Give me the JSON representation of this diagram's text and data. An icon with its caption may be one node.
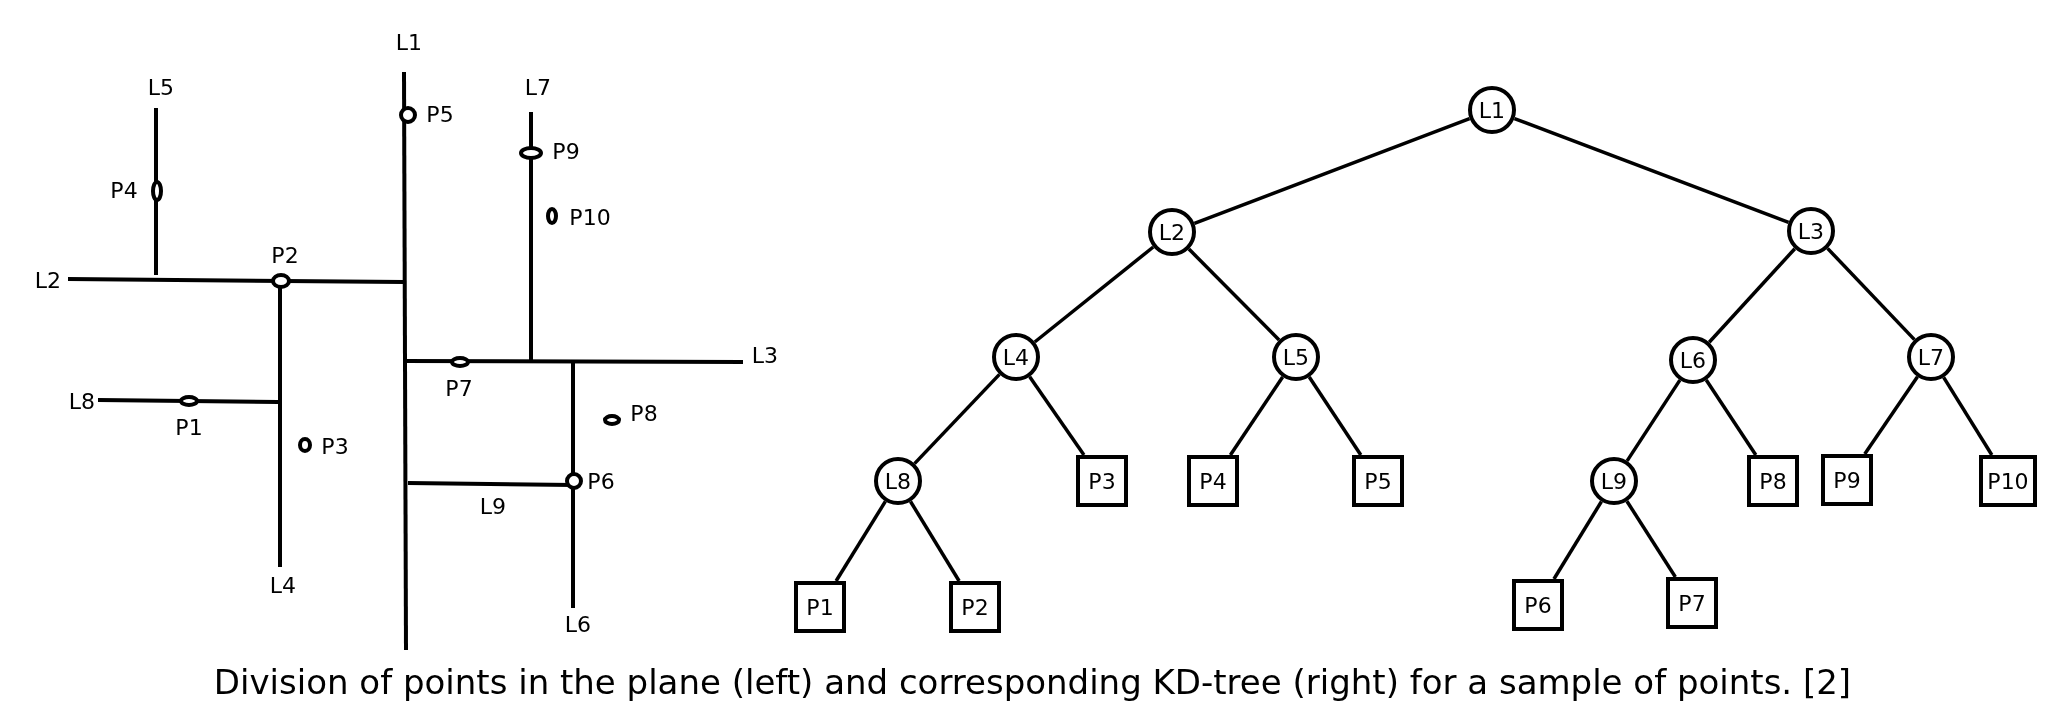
{
  "diagram": {
    "caption": "Division of points in the plane (left) and corresponding KD-tree (right) for a sample of points. [2]",
    "nodes": [
      {
        "text": [
          "L1"
        ]
      },
      {
        "text": [
          "L2"
        ]
      },
      {
        "text": [
          "L3"
        ]
      },
      {
        "text": [
          "L4"
        ]
      },
      {
        "text": [
          "L5"
        ]
      },
      {
        "text": [
          "L6"
        ]
      },
      {
        "text": [
          "L7"
        ]
      },
      {
        "text": [
          "L8"
        ]
      },
      {
        "text": [
          "P3"
        ]
      },
      {
        "text": [
          "P4"
        ]
      },
      {
        "text": [
          "P5"
        ]
      },
      {
        "text": [
          "L9"
        ]
      },
      {
        "text": [
          "P8"
        ]
      },
      {
        "text": [
          "P9"
        ]
      },
      {
        "text": [
          "P10"
        ]
      },
      {
        "text": [
          "P1"
        ]
      },
      {
        "text": [
          "P2"
        ]
      },
      {
        "text": [
          "P6"
        ]
      },
      {
        "text": [
          "P7"
        ]
      }
    ],
    "edges": [
      {
        "from": 0,
        "to": 1,
        "arrow": "none"
      },
      {
        "from": 0,
        "to": 2,
        "arrow": "none"
      },
      {
        "from": 1,
        "to": 3,
        "arrow": "none"
      },
      {
        "from": 1,
        "to": 4,
        "arrow": "none"
      },
      {
        "from": 2,
        "to": 5,
        "arrow": "none"
      },
      {
        "from": 2,
        "to": 6,
        "arrow": "none"
      },
      {
        "from": 3,
        "to": 7,
        "arrow": "none"
      },
      {
        "from": 3,
        "to": 8,
        "arrow": "none"
      },
      {
        "from": 4,
        "to": 9,
        "arrow": "none"
      },
      {
        "from": 4,
        "to": 10,
        "arrow": "none"
      },
      {
        "from": 5,
        "to": 11,
        "arrow": "none"
      },
      {
        "from": 5,
        "to": 12,
        "arrow": "none"
      },
      {
        "from": 6,
        "to": 13,
        "arrow": "none"
      },
      {
        "from": 6,
        "to": 14,
        "arrow": "none"
      },
      {
        "from": 7,
        "to": 15,
        "arrow": "none"
      },
      {
        "from": 7,
        "to": 16,
        "arrow": "none"
      },
      {
        "from": 11,
        "to": 17,
        "arrow": "none"
      },
      {
        "from": 11,
        "to": 18,
        "arrow": "none"
      }
    ],
    "labels": [
      "L1",
      "L5",
      "L7",
      "P5",
      "P9",
      "P4",
      "P10",
      "L2",
      "P2",
      "L3",
      "P7",
      "L8",
      "P8",
      "P1",
      "P3",
      "P6",
      "L9",
      "L4",
      "L6"
    ]
  }
}
